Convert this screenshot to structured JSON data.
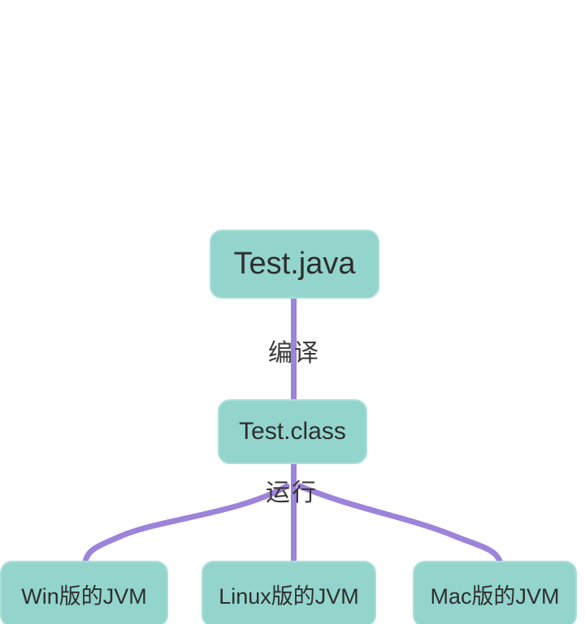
{
  "diagram": {
    "title_hint": "Java cross-platform compile/run flow",
    "colors": {
      "bg": "#ffffff",
      "node_fill": "#93d5cc",
      "node_border": "#aadfd8",
      "edge": "#9d83d9",
      "text": "#2e2e2e",
      "label_text": "#383838"
    },
    "nodes": [
      {
        "id": "test-java",
        "label": "Test.java"
      },
      {
        "id": "test-class",
        "label": "Test.class"
      },
      {
        "id": "win-jvm",
        "label": "Win版的JVM"
      },
      {
        "id": "linux-jvm",
        "label": "Linux版的JVM"
      },
      {
        "id": "mac-jvm",
        "label": "Mac版的JVM"
      }
    ],
    "edge_labels": [
      {
        "id": "compile",
        "label": "编译"
      },
      {
        "id": "run",
        "label": "运行"
      }
    ],
    "edges": [
      {
        "from": "Test.java",
        "to": "Test.class",
        "label": "编译"
      },
      {
        "from": "Test.class",
        "to": "Win版的JVM",
        "label": "运行"
      },
      {
        "from": "Test.class",
        "to": "Linux版的JVM",
        "label": "运行"
      },
      {
        "from": "Test.class",
        "to": "Mac版的JVM",
        "label": "运行"
      }
    ]
  }
}
